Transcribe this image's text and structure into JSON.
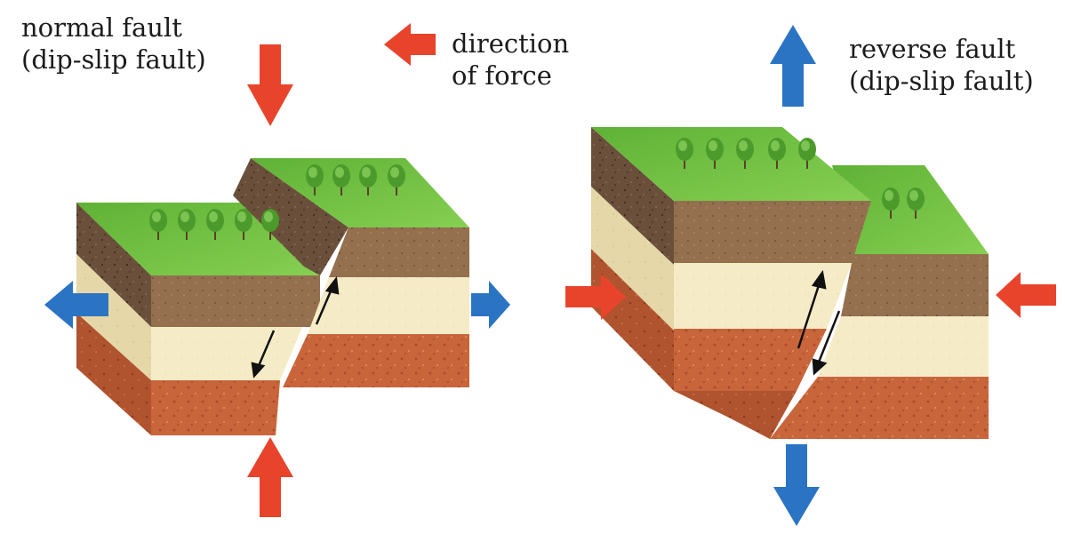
{
  "labels": {
    "normal_fault": {
      "line1": "normal fault",
      "line2": "(dip-slip fault)"
    },
    "legend": {
      "line1": "direction",
      "line2": "of force"
    },
    "reverse_fault": {
      "line1": "reverse fault",
      "line2": "(dip-slip fault)"
    }
  },
  "colors": {
    "push_arrow": "#e8442c",
    "pull_arrow": "#2b74c4",
    "grass": "#6fbf3f",
    "topsoil": "#7a6248",
    "cream_layer": "#f6ecc6",
    "red_layer": "#c8623a"
  },
  "icons": {
    "push": "red-arrow-icon",
    "pull": "blue-arrow-icon",
    "tree": "tree-icon",
    "motion": "double-arrow-icon"
  }
}
